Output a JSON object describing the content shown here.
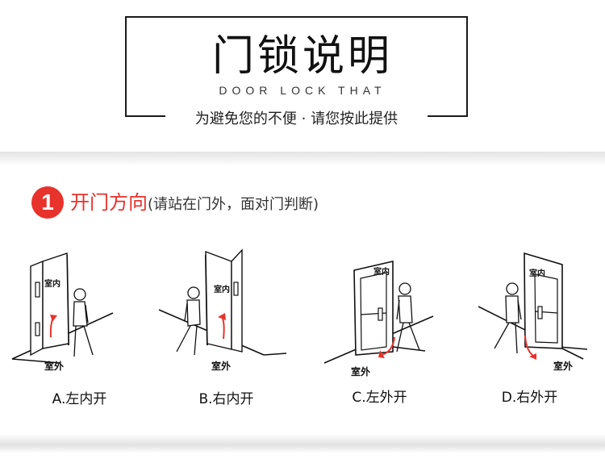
{
  "header": {
    "title": "门锁说明",
    "subtitle": "DOOR LOCK THAT",
    "notice": "为避免您的不便 · 请您按此提供"
  },
  "section": {
    "number": "1",
    "title": "开门方向",
    "note": "(请站在门外，面对门判断)"
  },
  "panels": [
    {
      "caption": "A.左内开",
      "inside_label": "室内",
      "outside_label": "室外"
    },
    {
      "caption": "B.右内开",
      "inside_label": "室内",
      "outside_label": "室外"
    },
    {
      "caption": "C.左外开",
      "inside_label": "室内",
      "outside_label": "室外"
    },
    {
      "caption": "D.右外开",
      "inside_label": "室内",
      "outside_label": "室外"
    }
  ],
  "colors": {
    "accent": "#e8322c",
    "line": "#111111"
  }
}
